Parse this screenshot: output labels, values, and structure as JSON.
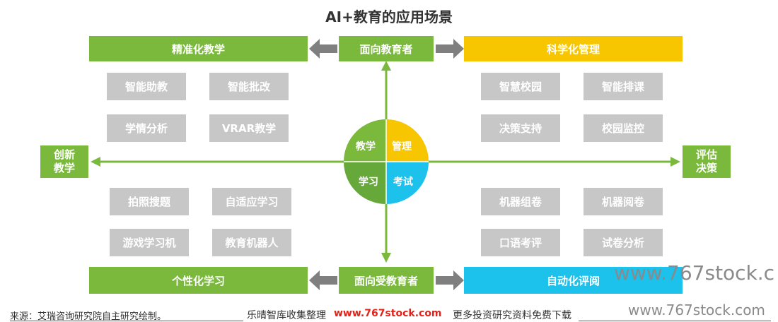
{
  "title": "AI+教育的应用场景",
  "top": {
    "left_bar": "精准化教学",
    "center_label": "面向教育者",
    "right_bar": "科学化管理"
  },
  "bottom": {
    "left_bar": "个性化学习",
    "center_label": "面向受教育者",
    "right_bar": "自动化评阅"
  },
  "sides": {
    "left": [
      "创新",
      "教学"
    ],
    "right": [
      "评估",
      "决策"
    ]
  },
  "center": {
    "top_left": "教学",
    "top_right": "管理",
    "bottom_left": "学习",
    "bottom_right": "考试"
  },
  "quadrants": {
    "top_left": [
      "智能助教",
      "智能批改",
      "学情分析",
      "VRAR教学"
    ],
    "top_right": [
      "智慧校园",
      "智能排课",
      "决策支持",
      "校园监控"
    ],
    "bottom_left": [
      "拍照搜题",
      "自适应学习",
      "游戏学习机",
      "教育机器人"
    ],
    "bottom_right": [
      "机器组卷",
      "机器阅卷",
      "口语考评",
      "试卷分析"
    ]
  },
  "footer": {
    "source": "来源：艾瑞咨询研究院自主研究绘制。",
    "brand": "乐晴智库收集整理",
    "url": "www.767stock.com",
    "tagline": "更多投资研究资料免费下载"
  },
  "watermarks": {
    "side": "www.767stock.c",
    "bottom": "www.767stock.com"
  },
  "colors": {
    "green": "#7ab93b",
    "yellow": "#f7c600",
    "cyan": "#1cc1ec",
    "grey": "#c7c7c7",
    "arrow_grey": "#7f7f7f"
  }
}
